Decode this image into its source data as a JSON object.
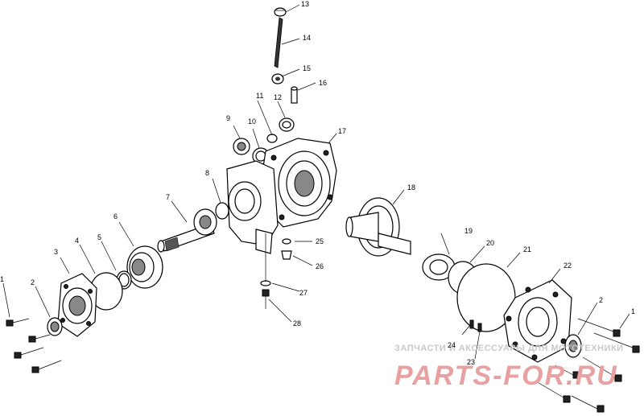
{
  "callouts": [
    {
      "id": "c13",
      "text": "13"
    },
    {
      "id": "c14",
      "text": "14"
    },
    {
      "id": "c15",
      "text": "15"
    },
    {
      "id": "c16",
      "text": "16"
    },
    {
      "id": "c11",
      "text": "11"
    },
    {
      "id": "c12",
      "text": "12"
    },
    {
      "id": "c9",
      "text": "9"
    },
    {
      "id": "c10",
      "text": "10"
    },
    {
      "id": "c17",
      "text": "17"
    },
    {
      "id": "c8",
      "text": "8"
    },
    {
      "id": "c7",
      "text": "7"
    },
    {
      "id": "c18",
      "text": "18"
    },
    {
      "id": "c6",
      "text": "6"
    },
    {
      "id": "c3",
      "text": "3"
    },
    {
      "id": "c4",
      "text": "4"
    },
    {
      "id": "c5",
      "text": "5"
    },
    {
      "id": "c2L",
      "text": "2"
    },
    {
      "id": "c1L",
      "text": "1"
    },
    {
      "id": "c25a",
      "text": "25"
    },
    {
      "id": "c26",
      "text": "26"
    },
    {
      "id": "c27",
      "text": "27"
    },
    {
      "id": "c28",
      "text": "28"
    },
    {
      "id": "c19",
      "text": "19"
    },
    {
      "id": "c20",
      "text": "20"
    },
    {
      "id": "c21",
      "text": "21"
    },
    {
      "id": "c22",
      "text": "22"
    },
    {
      "id": "c2R",
      "text": "2"
    },
    {
      "id": "c1R",
      "text": "1"
    },
    {
      "id": "c24",
      "text": "24"
    },
    {
      "id": "c23",
      "text": "23"
    }
  ],
  "watermark": {
    "tagline": "ЗАПЧАСТИ И АКСЕССУАРЫ ДЛЯ МОТОТЕХНИКИ",
    "brand": "PARTS-FOR.RU"
  }
}
